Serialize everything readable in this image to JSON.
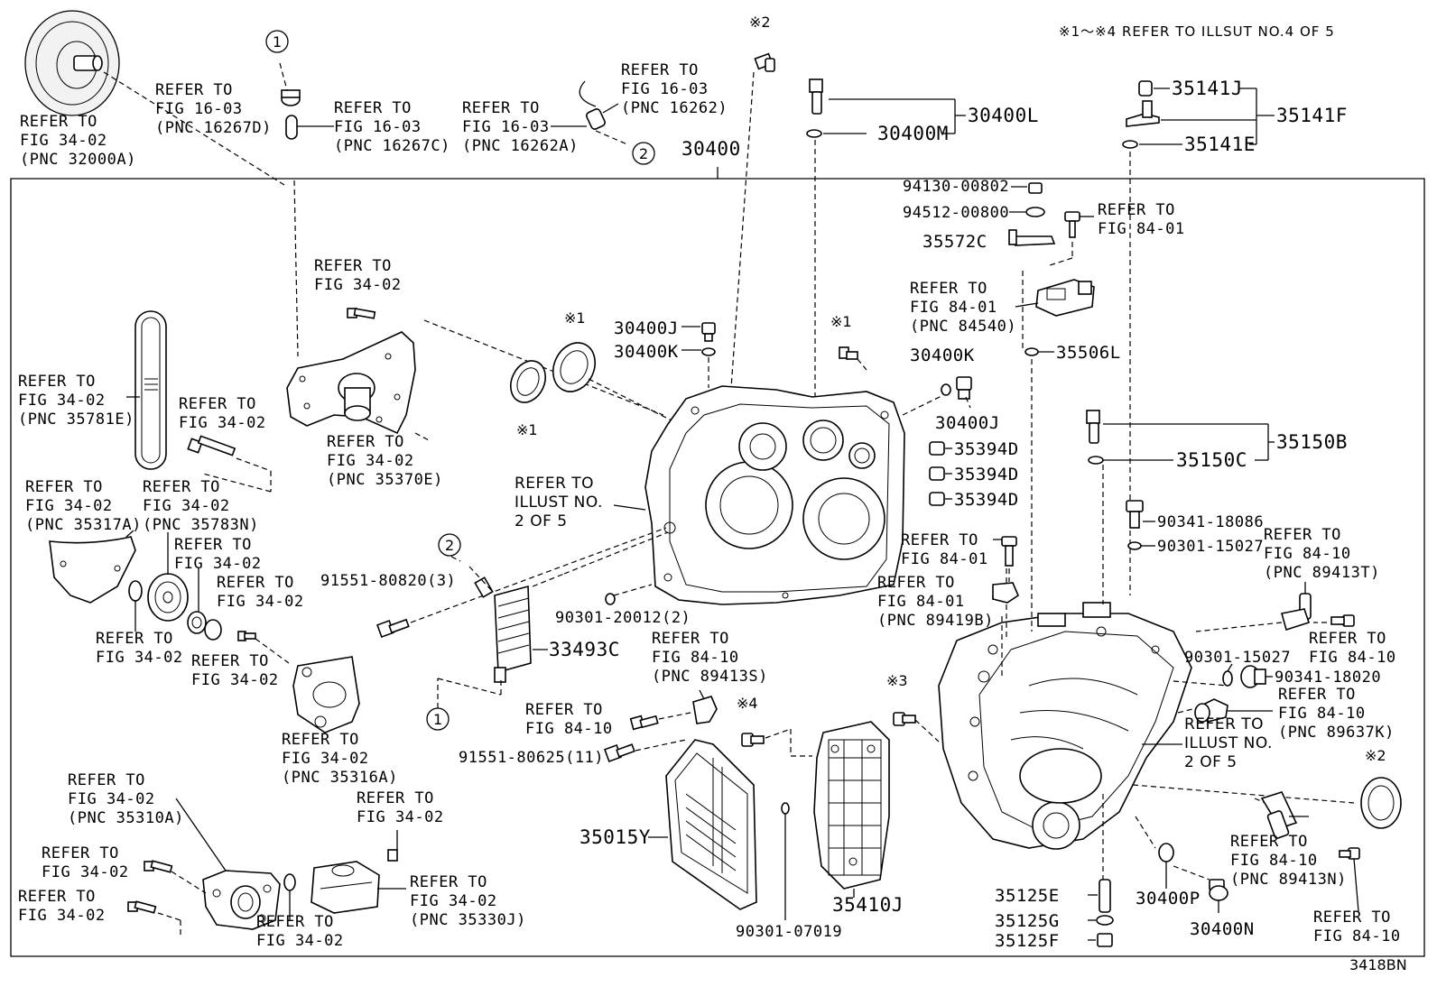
{
  "header_note": "※1～※4 REFER TO ILLSUT NO.4 OF 5",
  "diagram_id": "3418BN",
  "marks": {
    "m1": "※1",
    "m2": "※2",
    "m3": "※3",
    "m4": "※4"
  },
  "circles": {
    "c1": "1",
    "c2": "2"
  },
  "refs": [
    {
      "id": "r01",
      "lines": [
        "REFER TO",
        "FIG 34-02",
        "(PNC 32000A)"
      ]
    },
    {
      "id": "r02",
      "lines": [
        "REFER TO",
        "FIG 16-03",
        "(PNC 16267D)"
      ]
    },
    {
      "id": "r03",
      "lines": [
        "REFER TO",
        "FIG 16-03",
        "(PNC 16267C)"
      ]
    },
    {
      "id": "r04",
      "lines": [
        "REFER TO",
        "FIG 16-03",
        "(PNC 16262A)"
      ]
    },
    {
      "id": "r05",
      "lines": [
        "REFER TO",
        "FIG 16-03",
        "(PNC 16262)"
      ]
    },
    {
      "id": "r06",
      "lines": [
        "REFER TO",
        "FIG 34-02"
      ]
    },
    {
      "id": "r07",
      "lines": [
        "REFER TO",
        "FIG 34-02",
        "(PNC 35781E)"
      ]
    },
    {
      "id": "r08",
      "lines": [
        "REFER TO",
        "FIG 34-02"
      ]
    },
    {
      "id": "r09",
      "lines": [
        "REFER TO",
        "FIG 34-02",
        "(PNC 35370E)"
      ]
    },
    {
      "id": "r10",
      "lines": [
        "REFER TO",
        "FIG 34-02",
        "(PNC 35317A)"
      ]
    },
    {
      "id": "r11",
      "lines": [
        "REFER TO",
        "FIG 34-02",
        "(PNC 35783N)"
      ]
    },
    {
      "id": "r12",
      "lines": [
        "REFER TO",
        "FIG 34-02"
      ]
    },
    {
      "id": "r13",
      "lines": [
        "REFER TO",
        "FIG 34-02"
      ]
    },
    {
      "id": "r14",
      "lines": [
        "REFER TO",
        "FIG 34-02"
      ]
    },
    {
      "id": "r15",
      "lines": [
        "REFER TO",
        "FIG 34-02"
      ]
    },
    {
      "id": "r16",
      "lines": [
        "REFER TO",
        "FIG 34-02",
        "(PNC 35316A)"
      ]
    },
    {
      "id": "r17",
      "lines": [
        "REFER TO",
        "FIG 34-02",
        "(PNC 35310A)"
      ]
    },
    {
      "id": "r18",
      "lines": [
        "REFER TO",
        "FIG 34-02"
      ]
    },
    {
      "id": "r19",
      "lines": [
        "REFER TO",
        "FIG 34-02"
      ]
    },
    {
      "id": "r20",
      "lines": [
        "REFER TO",
        "FIG 34-02"
      ]
    },
    {
      "id": "r21",
      "lines": [
        "REFER TO",
        "FIG 34-02"
      ]
    },
    {
      "id": "r22",
      "lines": [
        "REFER TO",
        "FIG 34-02",
        "(PNC 35330J)"
      ]
    },
    {
      "id": "r23",
      "lines": [
        "REFER TO",
        "ILLUST NO.",
        "2 OF 5"
      ]
    },
    {
      "id": "r24",
      "lines": [
        "REFER TO",
        "FIG 84-10",
        "(PNC 89413S)"
      ]
    },
    {
      "id": "r25",
      "lines": [
        "REFER TO",
        "FIG 84-10"
      ]
    },
    {
      "id": "r26",
      "lines": [
        "REFER TO",
        "FIG 84-01"
      ]
    },
    {
      "id": "r27",
      "lines": [
        "REFER TO",
        "FIG 84-01",
        "(PNC 84540)"
      ]
    },
    {
      "id": "r28",
      "lines": [
        "REFER TO",
        "FIG 84-01"
      ]
    },
    {
      "id": "r29",
      "lines": [
        "REFER TO",
        "FIG 84-01",
        "(PNC 89419B)"
      ]
    },
    {
      "id": "r30",
      "lines": [
        "REFER TO",
        "FIG 84-10",
        "(PNC 89413T)"
      ]
    },
    {
      "id": "r31",
      "lines": [
        "REFER TO",
        "FIG 84-10"
      ]
    },
    {
      "id": "r32",
      "lines": [
        "REFER TO",
        "FIG 84-10",
        "(PNC 89637K)"
      ]
    },
    {
      "id": "r33",
      "lines": [
        "REFER TO",
        "ILLUST NO.",
        "2 OF 5"
      ]
    },
    {
      "id": "r34",
      "lines": [
        "REFER TO",
        "FIG 84-10",
        "(PNC 89413N)"
      ]
    },
    {
      "id": "r35",
      "lines": [
        "REFER TO",
        "FIG 84-10"
      ]
    }
  ],
  "parts": {
    "p30400": "30400",
    "p30400L": "30400L",
    "p30400M": "30400M",
    "p35141J": "35141J",
    "p35141F": "35141F",
    "p35141E": "35141E",
    "p94130": "94130-00802",
    "p94512": "94512-00800",
    "p35572C": "35572C",
    "p30400J_a": "30400J",
    "p30400K_a": "30400K",
    "p30400K_b": "30400K",
    "p30400J_b": "30400J",
    "p35506L": "35506L",
    "p35394D_a": "35394D",
    "p35394D_b": "35394D",
    "p35394D_c": "35394D",
    "p35150B": "35150B",
    "p35150C": "35150C",
    "p90341_18086": "90341-18086",
    "p90301_15027a": "90301-15027",
    "p90301_15027b": "90301-15027",
    "p90341_18020": "90341-18020",
    "p91551_80820": "91551-80820(3)",
    "p90301_20012": "90301-20012(2)",
    "p33493C": "33493C",
    "p91551_80625": "91551-80625(11)",
    "p35015Y": "35015Y",
    "p35410J": "35410J",
    "p90301_07019": "90301-07019",
    "p35125E": "35125E",
    "p35125G": "35125G",
    "p35125F": "35125F",
    "p30400P": "30400P",
    "p30400N": "30400N"
  }
}
